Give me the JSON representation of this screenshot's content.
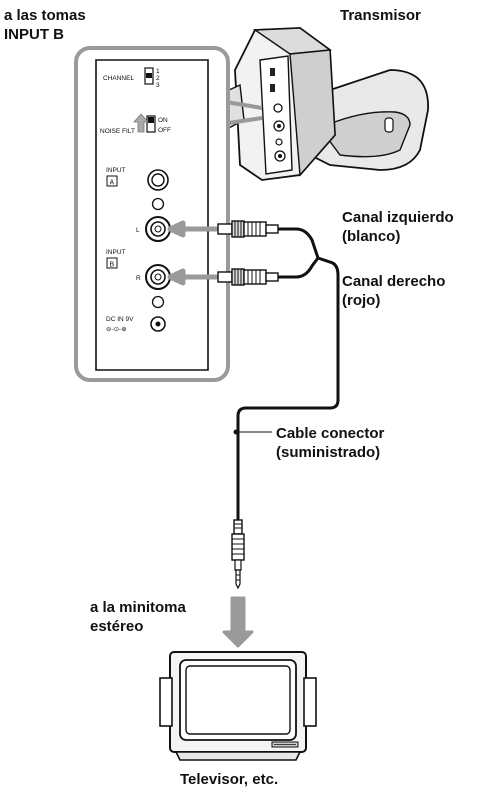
{
  "labels": {
    "input_b_line1": "a las tomas",
    "input_b_line2": "INPUT B",
    "transmitter": "Transmisor",
    "left_channel_line1": "Canal izquierdo",
    "left_channel_line2": "(blanco)",
    "right_channel_line1": "Canal derecho",
    "right_channel_line2": "(rojo)",
    "cable_line1": "Cable conector",
    "cable_line2": "(suministrado)",
    "minijack_line1": "a la minitoma",
    "minijack_line2": "estéreo",
    "tv": "Televisor, etc."
  },
  "panel": {
    "channel": "CHANNEL",
    "ch1": "1",
    "ch2": "2",
    "ch3": "3",
    "noise_filter": "NOISE FILT",
    "on": "ON",
    "off": "OFF",
    "input_a_word": "INPUT",
    "input_a_box": "A",
    "l": "L",
    "input_b_word": "INPUT",
    "input_b_box": "B",
    "r": "R",
    "dc_in": "DC IN 9V"
  }
}
